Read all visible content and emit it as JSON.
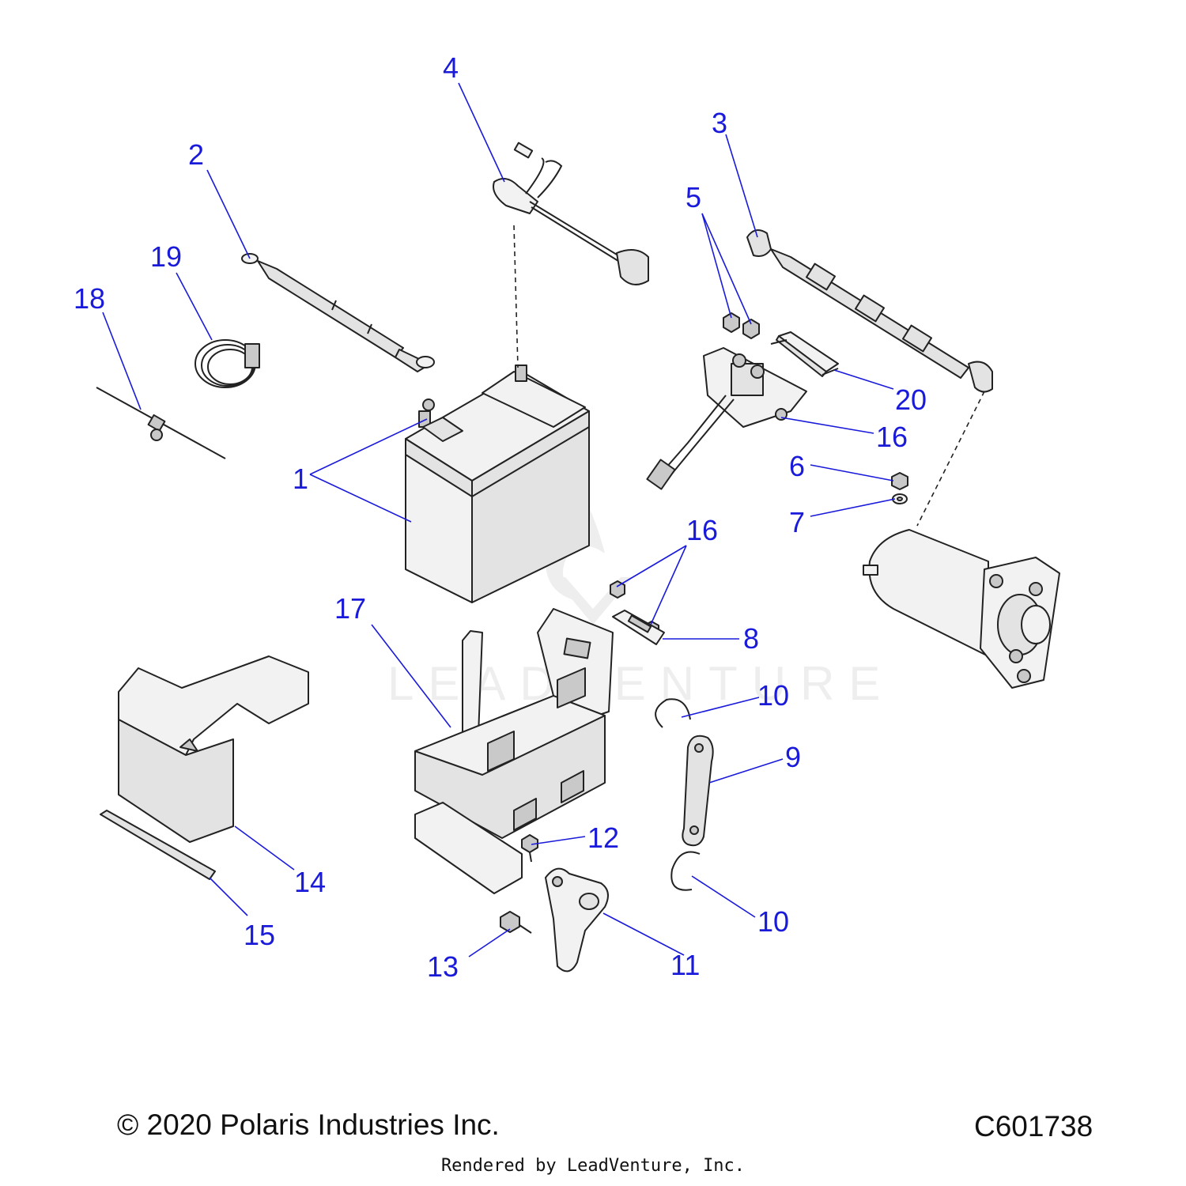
{
  "watermark": "LEADVENTURE",
  "callouts": [
    "1",
    "2",
    "3",
    "4",
    "5",
    "6",
    "7",
    "8",
    "9",
    "10",
    "10",
    "11",
    "12",
    "13",
    "14",
    "15",
    "16",
    "16",
    "17",
    "18",
    "19",
    "20"
  ],
  "footer": {
    "copyright": "© 2020 Polaris Industries Inc.",
    "figure_code": "C601738",
    "rendered_by": "Rendered by LeadVenture, Inc."
  },
  "colors": {
    "callout": "#1a1adb",
    "line": "#222222"
  }
}
